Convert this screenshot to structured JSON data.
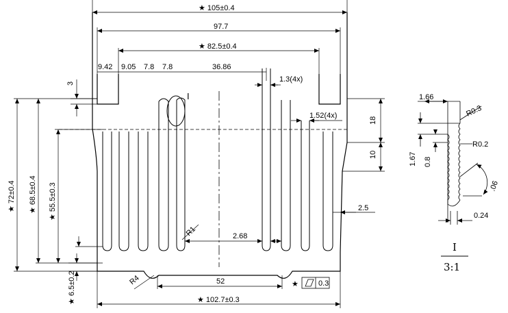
{
  "dims": {
    "overall_width": "★ 105±0.4",
    "inner_width": "97.7",
    "fin_span": "★ 82.5±0.4",
    "d_9_42": "9.42",
    "d_9_05": "9.05",
    "d_7_8a": "7.8",
    "d_7_8b": "7.8",
    "d_36_86": "36.86",
    "d_1_3": "1.3(4x)",
    "d_1_52": "1.52(4x)",
    "d_3": "3",
    "d_18": "18",
    "d_10": "10",
    "d_72": "★ 72±0.4",
    "d_68_5": "★ 68.5±0.4",
    "d_55_5": "★ 55.5±0.3",
    "d_2_5": "2.5",
    "d_2_68": "2.68",
    "d_r1": "R1",
    "d_r4": "R4",
    "d_52": "52",
    "d_102_7": "★ 102.7±0.3",
    "d_6_5": "★ 6.5±0.2",
    "flatness_star": "★",
    "flatness_value": "0.3",
    "detail_marker": "I"
  },
  "detail": {
    "d_1_66": "1.66",
    "d_r0_3": "R0.3",
    "d_r0_2": "R0.2",
    "d_1_67": "1.67",
    "d_0_8": "0.8",
    "d_06": ".06",
    "d_0_24": "0.24",
    "label_roman": "I",
    "label_scale": "3:1"
  }
}
